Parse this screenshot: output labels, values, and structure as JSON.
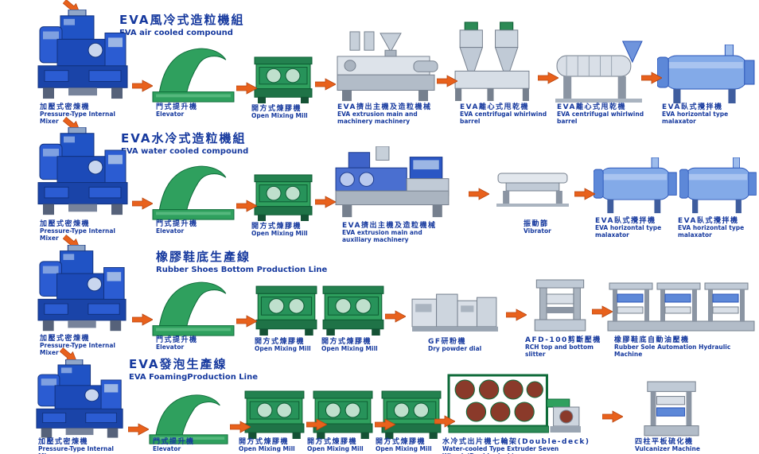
{
  "page": {
    "background": "#ffffff"
  },
  "colors": {
    "title_blue": "#16399e",
    "label_blue": "#16399e",
    "arrow_orange": "#e8611c",
    "machine_green": "#2fa05e",
    "machine_blue": "#2053c5",
    "machine_gray": "#c7d0da"
  },
  "rows": [
    {
      "title_cn": "EVA風冷式造粒機組",
      "title_en": "EVA air cooled compound",
      "machines": [
        {
          "type": "internal-mixer",
          "cn": "加壓式密煉機",
          "en": "Pressure-Type Internal Mixer"
        },
        {
          "type": "elevator",
          "cn": "門式提升機",
          "en": "Elevator"
        },
        {
          "type": "open-mixing-mill",
          "cn": "開方式煉膠機",
          "en": "Open Mixing Mill"
        },
        {
          "type": "extruder-air",
          "cn": "EVA擠出主機及造粒機械",
          "en": "EVA extrusion main and machinery machinery"
        },
        {
          "type": "centrifugal",
          "cn": "EVA離心式甩乾機",
          "en": "EVA centrifugal whirlwind barrel"
        },
        {
          "type": "whirlwind-barrel",
          "cn": "EVA離心式甩乾機",
          "en": "EVA centrifugal whirlwind barrel"
        },
        {
          "type": "malaxator",
          "cn": "EVA臥式攪拌機",
          "en": "EVA horizontal type malaxator"
        }
      ]
    },
    {
      "title_cn": "EVA水冷式造粒機組",
      "title_en": "EVA water cooled compound",
      "machines": [
        {
          "type": "internal-mixer",
          "cn": "加壓式密煉機",
          "en": "Pressure-Type Internal Mixer"
        },
        {
          "type": "elevator",
          "cn": "門式提升機",
          "en": "Elevator"
        },
        {
          "type": "open-mixing-mill",
          "cn": "開方式煉膠機",
          "en": "Open Mixing Mill"
        },
        {
          "type": "extruder-water",
          "cn": "EVA擠出主機及造粒機械",
          "en": "EVA extrusion main and auxiliary machinery"
        },
        {
          "type": "vibrator",
          "cn": "振動篩",
          "en": "Vibrator"
        },
        {
          "type": "malaxator",
          "cn": "EVA臥式攪拌機",
          "en": "EVA horizontal type malaxator"
        },
        {
          "type": "malaxator",
          "cn": "EVA臥式攪拌機",
          "en": "EVA horizontal type malaxator"
        }
      ]
    },
    {
      "title_cn": "橡膠鞋底生產線",
      "title_en": "Rubber Shoes Bottom Production Line",
      "machines": [
        {
          "type": "internal-mixer",
          "cn": "加壓式密煉機",
          "en": "Pressure-Type Internal Mixer"
        },
        {
          "type": "elevator",
          "cn": "門式提升機",
          "en": "Elevator"
        },
        {
          "type": "open-mixing-mill",
          "cn": "開方式煉膠機",
          "en": "Open Mixing Mill"
        },
        {
          "type": "open-mixing-mill",
          "cn": "開方式煉膠機",
          "en": "Open Mixing Mill"
        },
        {
          "type": "powder-machine",
          "cn": "GF研粉機",
          "en": "Dry powder dial"
        },
        {
          "type": "press",
          "cn": "AFD-100剪斷壓機",
          "en": "RCH top and bottom slitter"
        },
        {
          "type": "hydraulic-line",
          "cn": "橡膠鞋底自動油壓機",
          "en": "Rubber Sole Automation Hydraulic Machine"
        }
      ]
    },
    {
      "title_cn": "EVA發泡生產線",
      "title_en": "EVA FoamingProduction Line",
      "machines": [
        {
          "type": "internal-mixer",
          "cn": "加壓式密煉機",
          "en": "Pressure-Type Internal Mixer"
        },
        {
          "type": "elevator",
          "cn": "門式提升機",
          "en": "Elevator"
        },
        {
          "type": "open-mixing-mill",
          "cn": "開方式煉膠機",
          "en": "Open Mixing Mill"
        },
        {
          "type": "open-mixing-mill",
          "cn": "開方式煉膠機",
          "en": "Open Mixing Mill"
        },
        {
          "type": "open-mixing-mill",
          "cn": "開方式煉膠機",
          "en": "Open Mixing Mill"
        },
        {
          "type": "seven-wheel",
          "cn": "水冷式出片機七輪架(Double-deck)",
          "en": "Water-cooled Type Extruder Seven Wheels(Double-deck)"
        },
        {
          "type": "vulcanizer",
          "cn": "四柱平板硫化機",
          "en": "Vulcanizer Machine"
        }
      ]
    }
  ]
}
